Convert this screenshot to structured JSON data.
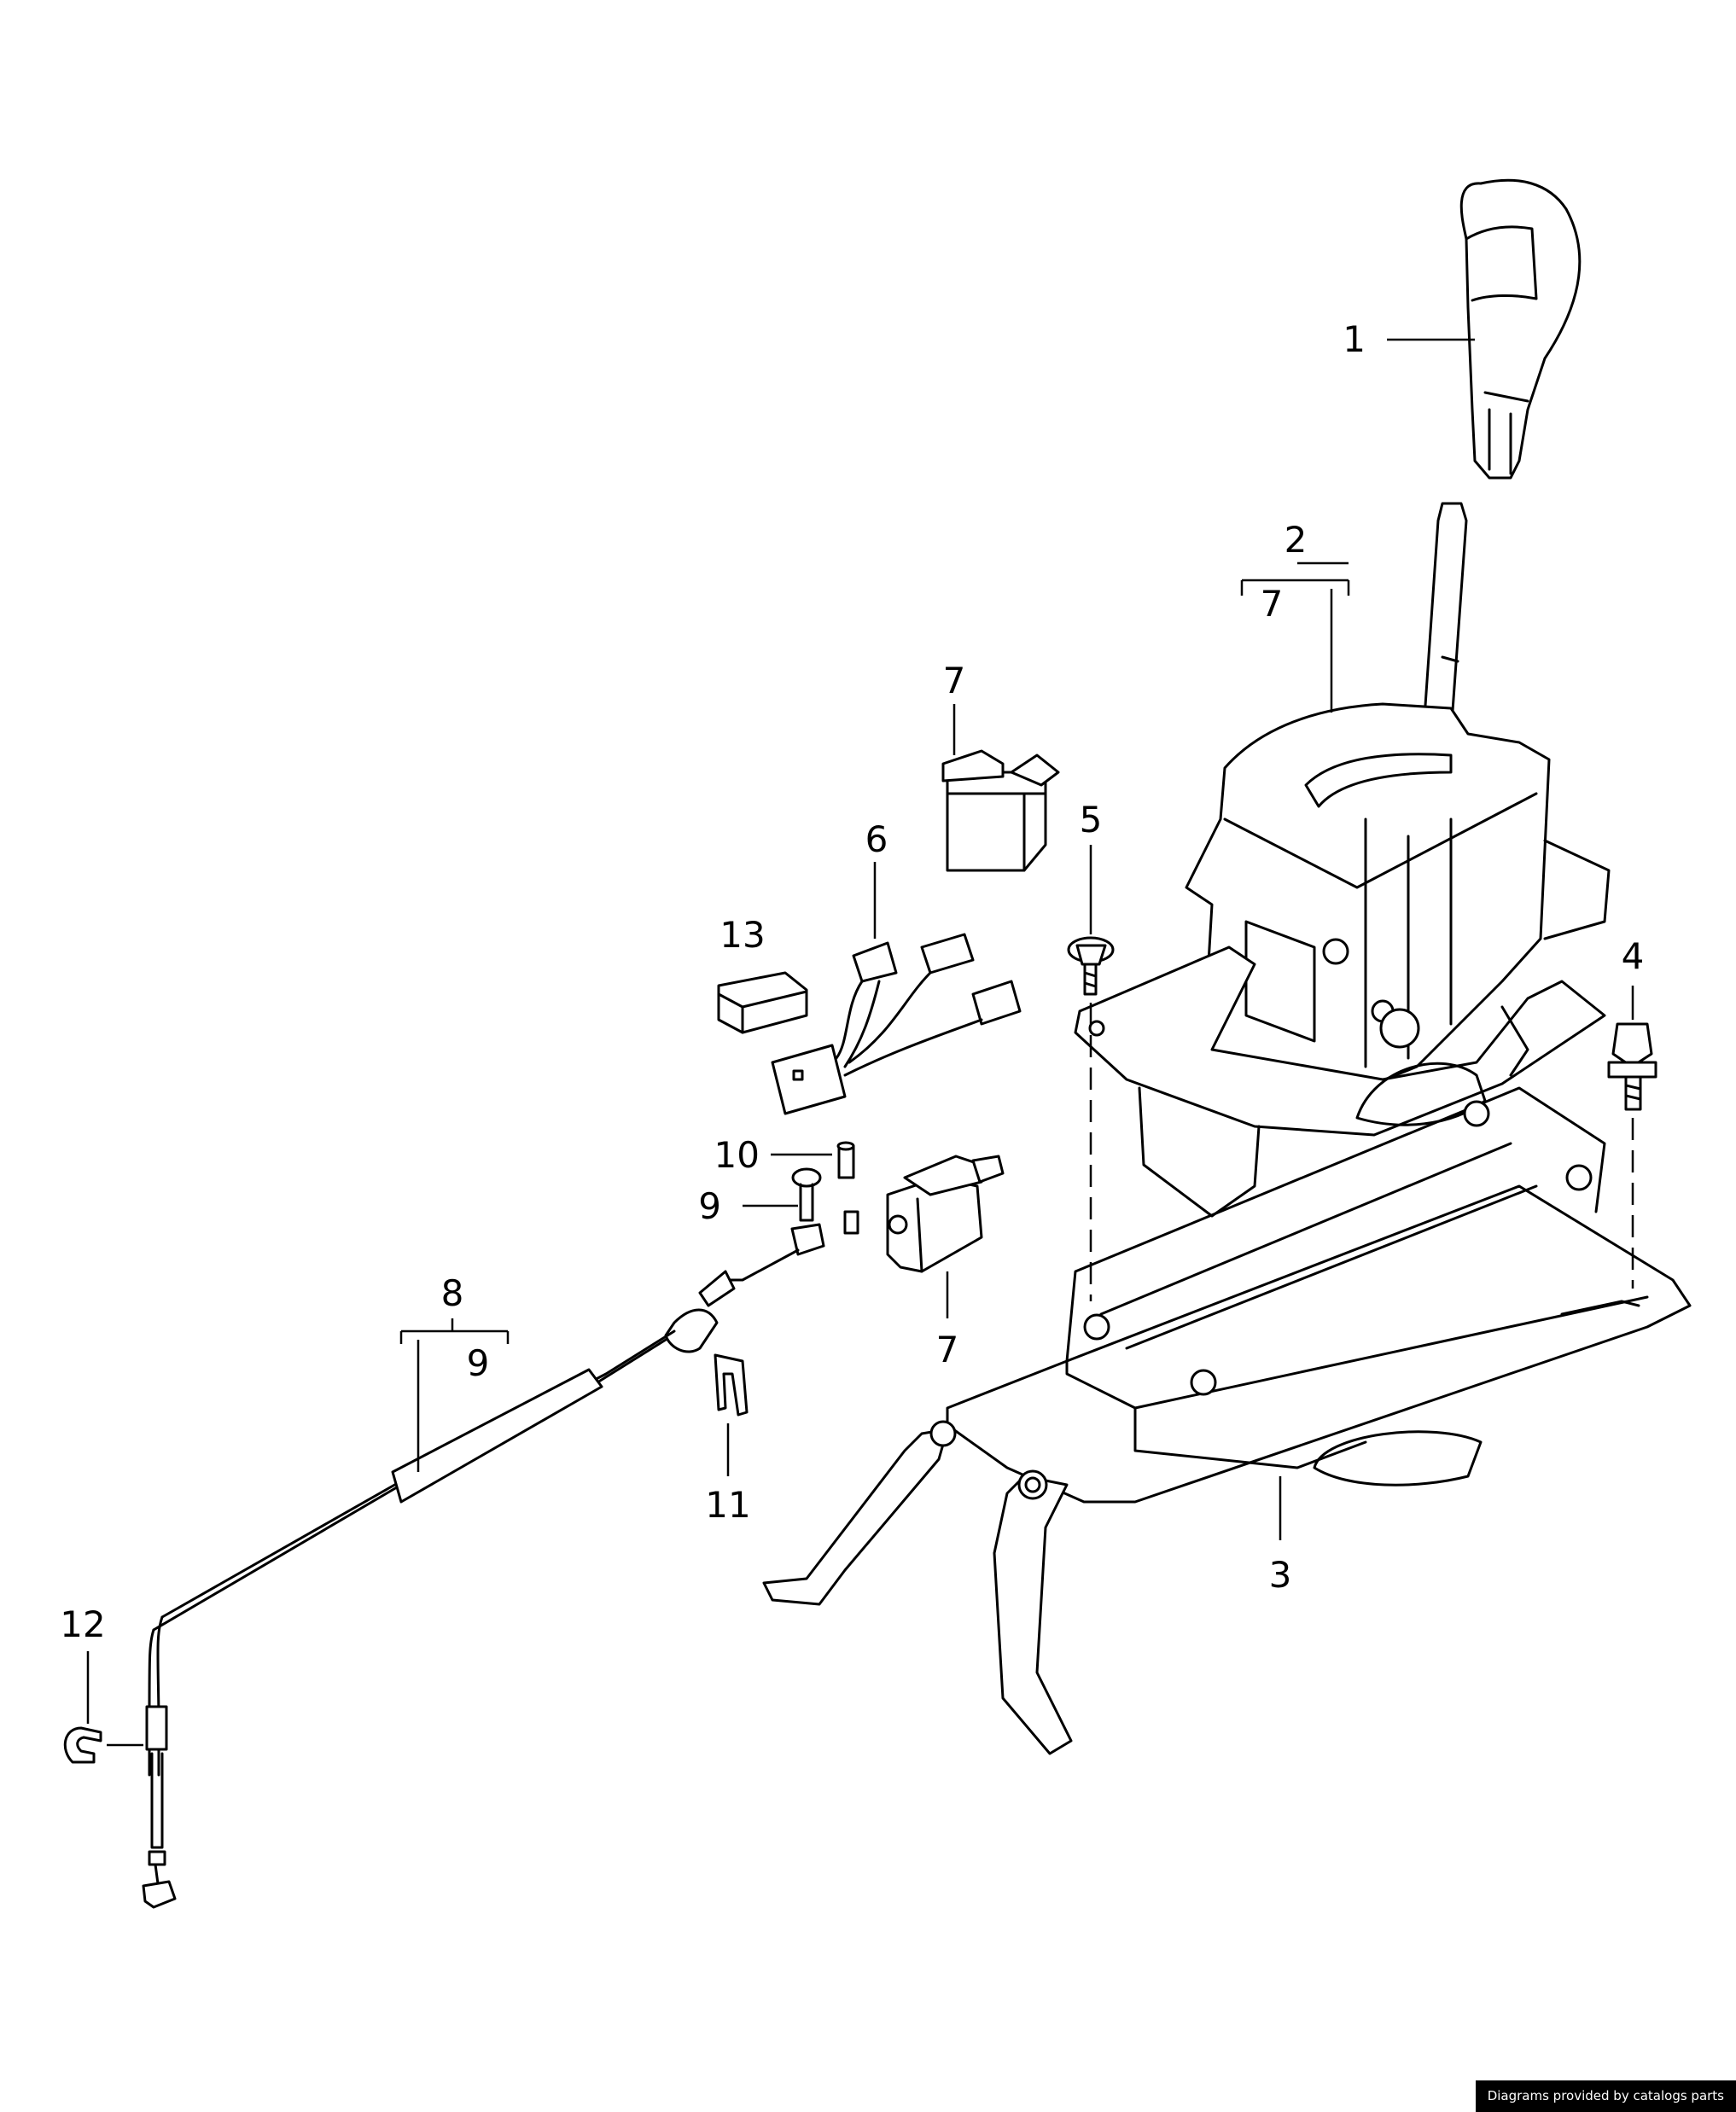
{
  "callouts": {
    "c1": "1",
    "c2": "2",
    "c2_sub": "7",
    "c3": "3",
    "c4": "4",
    "c5": "5",
    "c6": "6",
    "c7_top": "7",
    "c7_bottom": "7",
    "c8": "8",
    "c8_sub": "9",
    "c9": "9",
    "c10": "10",
    "c11": "11",
    "c12": "12",
    "c13": "13"
  },
  "credit": "Diagrams provided by catalogs parts",
  "colors": {
    "line": "#000000",
    "background": "#ffffff",
    "credit_bg": "#000000",
    "credit_text": "#ffffff"
  }
}
